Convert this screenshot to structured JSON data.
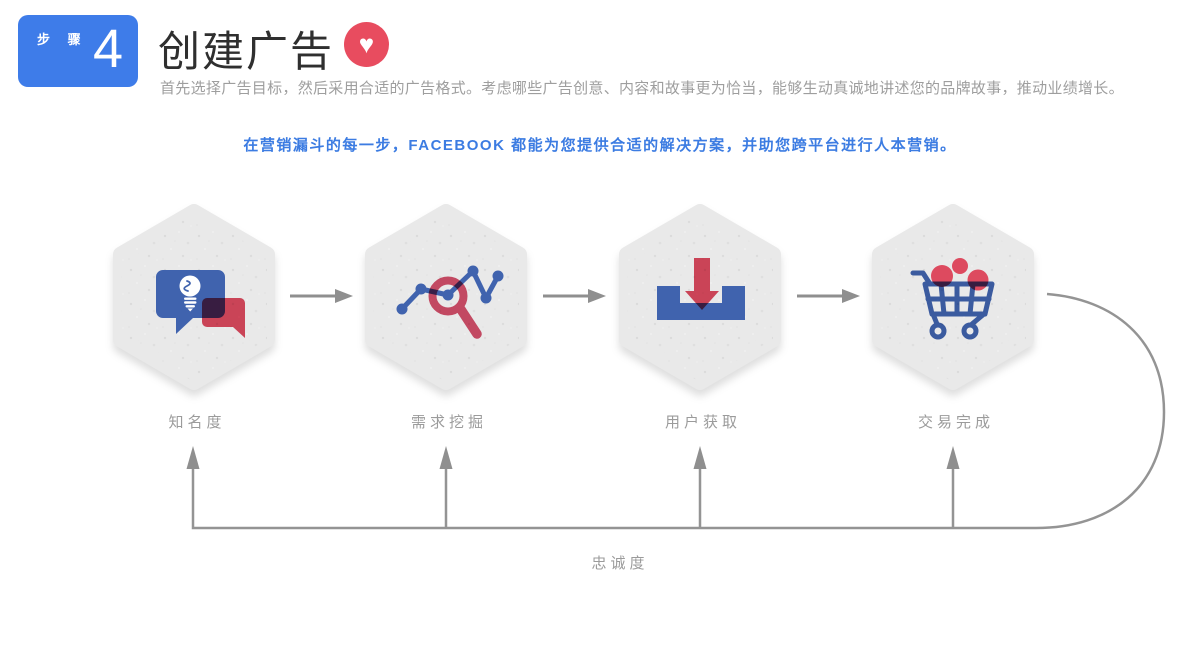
{
  "header": {
    "step_label": "步 骤",
    "step_number": "4",
    "title": "创建广告",
    "heart_icon": "heart-icon",
    "subtitle": "首先选择广告目标，然后采用合适的广告格式。考虑哪些广告创意、内容和故事更为恰当，能够生动真诚地讲述您的品牌故事，推动业绩增长。",
    "tagline": "在营销漏斗的每一步，FACEBOOK 都能为您提供合适的解决方案，并助您跨平台进行人本营销。"
  },
  "funnel": {
    "stages": [
      {
        "label": "知名度",
        "icon": "chat-bubbles-lightbulb-icon"
      },
      {
        "label": "需求挖掘",
        "icon": "chart-magnifier-icon"
      },
      {
        "label": "用户获取",
        "icon": "download-tray-icon"
      },
      {
        "label": "交易完成",
        "icon": "shopping-cart-icon"
      }
    ],
    "loop_label": "忠诚度"
  },
  "colors": {
    "badge_blue": "#3e7ce9",
    "tagline_blue": "#3c7ce2",
    "icon_blue": "#4063ae",
    "icon_red": "#dd4a5f",
    "heart_red": "#e84c5f",
    "hexagon_gray": "#e9e9e9",
    "arrow_gray": "#8f8f8f",
    "label_gray": "#9b9b9b",
    "title_dark": "#2f2f2f"
  }
}
